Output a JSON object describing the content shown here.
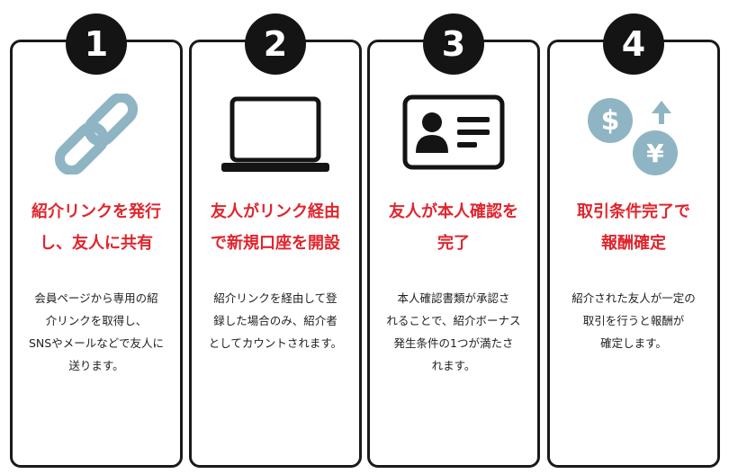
{
  "steps": [
    {
      "number": "1",
      "title": "紹介リンクを発行\nし、友人に共有",
      "description": "会員ページから専用の紹\n介リンクを取得し、\nSNSやメールなどで友人に\n送ります。",
      "icon": "link-icon"
    },
    {
      "number": "2",
      "title": "友人がリンク経由\nで新規口座を開設",
      "description": "紹介リンクを経由して登\n録した場合のみ、紹介者\nとしてカウントされます。",
      "icon": "laptop-icon"
    },
    {
      "number": "3",
      "title": "友人が本人確認を\n完了",
      "description": "本人確認書類が承認さ\nれることで、紹介ボーナス\n発生条件の1つが満たさ\nれます。",
      "icon": "id-card-icon"
    },
    {
      "number": "4",
      "title": "取引条件完了で\n報酬確定",
      "description": "紹介された友人が一定の\n取引を行うと報酬が\n確定します。",
      "icon": "currency-exchange-icon",
      "icon_text": [
        "$",
        "¥"
      ]
    }
  ],
  "colors": {
    "accent": "#e0252d",
    "dark": "#141414",
    "icon_blue": "#8fb5c4"
  }
}
